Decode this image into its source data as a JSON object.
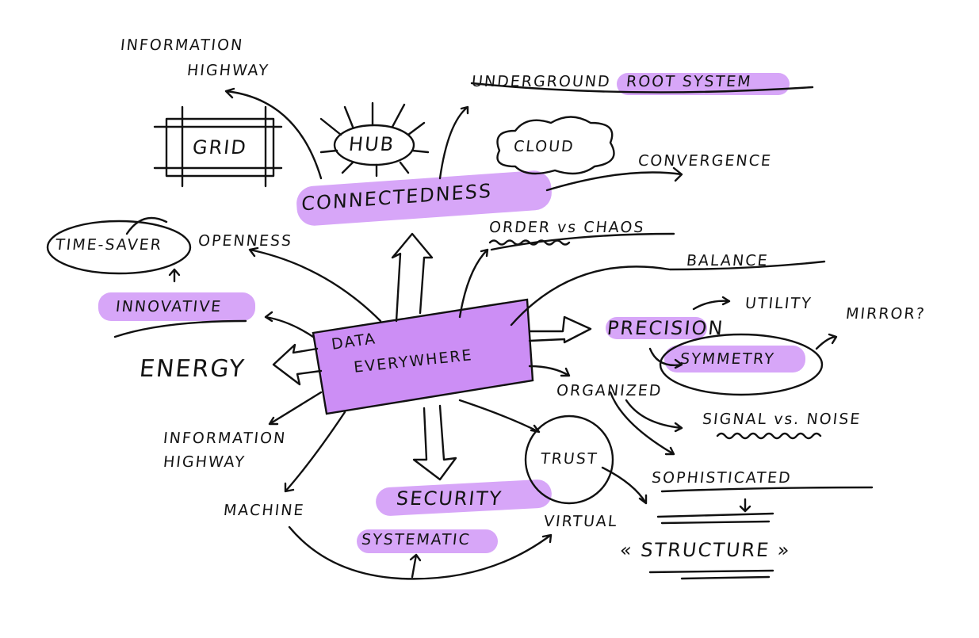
{
  "title": "DATA EVERYWHERE",
  "colors": {
    "box": "#cc8ef5",
    "highlight": "#d7a6f8",
    "ink": "#141414"
  },
  "labels": {
    "info_highway_top_1": "INFORMATION",
    "info_highway_top_2": "HIGHWAY",
    "grid": "GRID",
    "hub": "HUB",
    "underground": "UNDERGROUND",
    "root_system": "ROOT SYSTEM",
    "cloud": "CLOUD",
    "convergence": "CONVERGENCE",
    "connectedness": "CONNECTEDNESS",
    "order_chaos": "ORDER vs CHAOS",
    "time_saver": "TIME-SAVER",
    "openness": "OPENNESS",
    "balance": "BALANCE",
    "innovative": "INNOVATIVE",
    "utility": "UTILITY",
    "mirror": "MIRROR?",
    "precision": "PRECISION",
    "data_1": "DATA",
    "data_2": "EVERYWHERE",
    "symmetry": "SYMMETRY",
    "energy": "ENERGY",
    "organized": "ORGANIZED",
    "signal_noise": "SIGNAL vs. NOISE",
    "info_highway_low_1": "INFORMATION",
    "info_highway_low_2": "HIGHWAY",
    "trust": "TRUST",
    "sophisticated": "SOPHISTICATED",
    "machine": "MACHINE",
    "security": "SECURITY",
    "virtual": "VIRTUAL",
    "systematic": "SYSTEMATIC",
    "structure": "« STRUCTURE »"
  }
}
